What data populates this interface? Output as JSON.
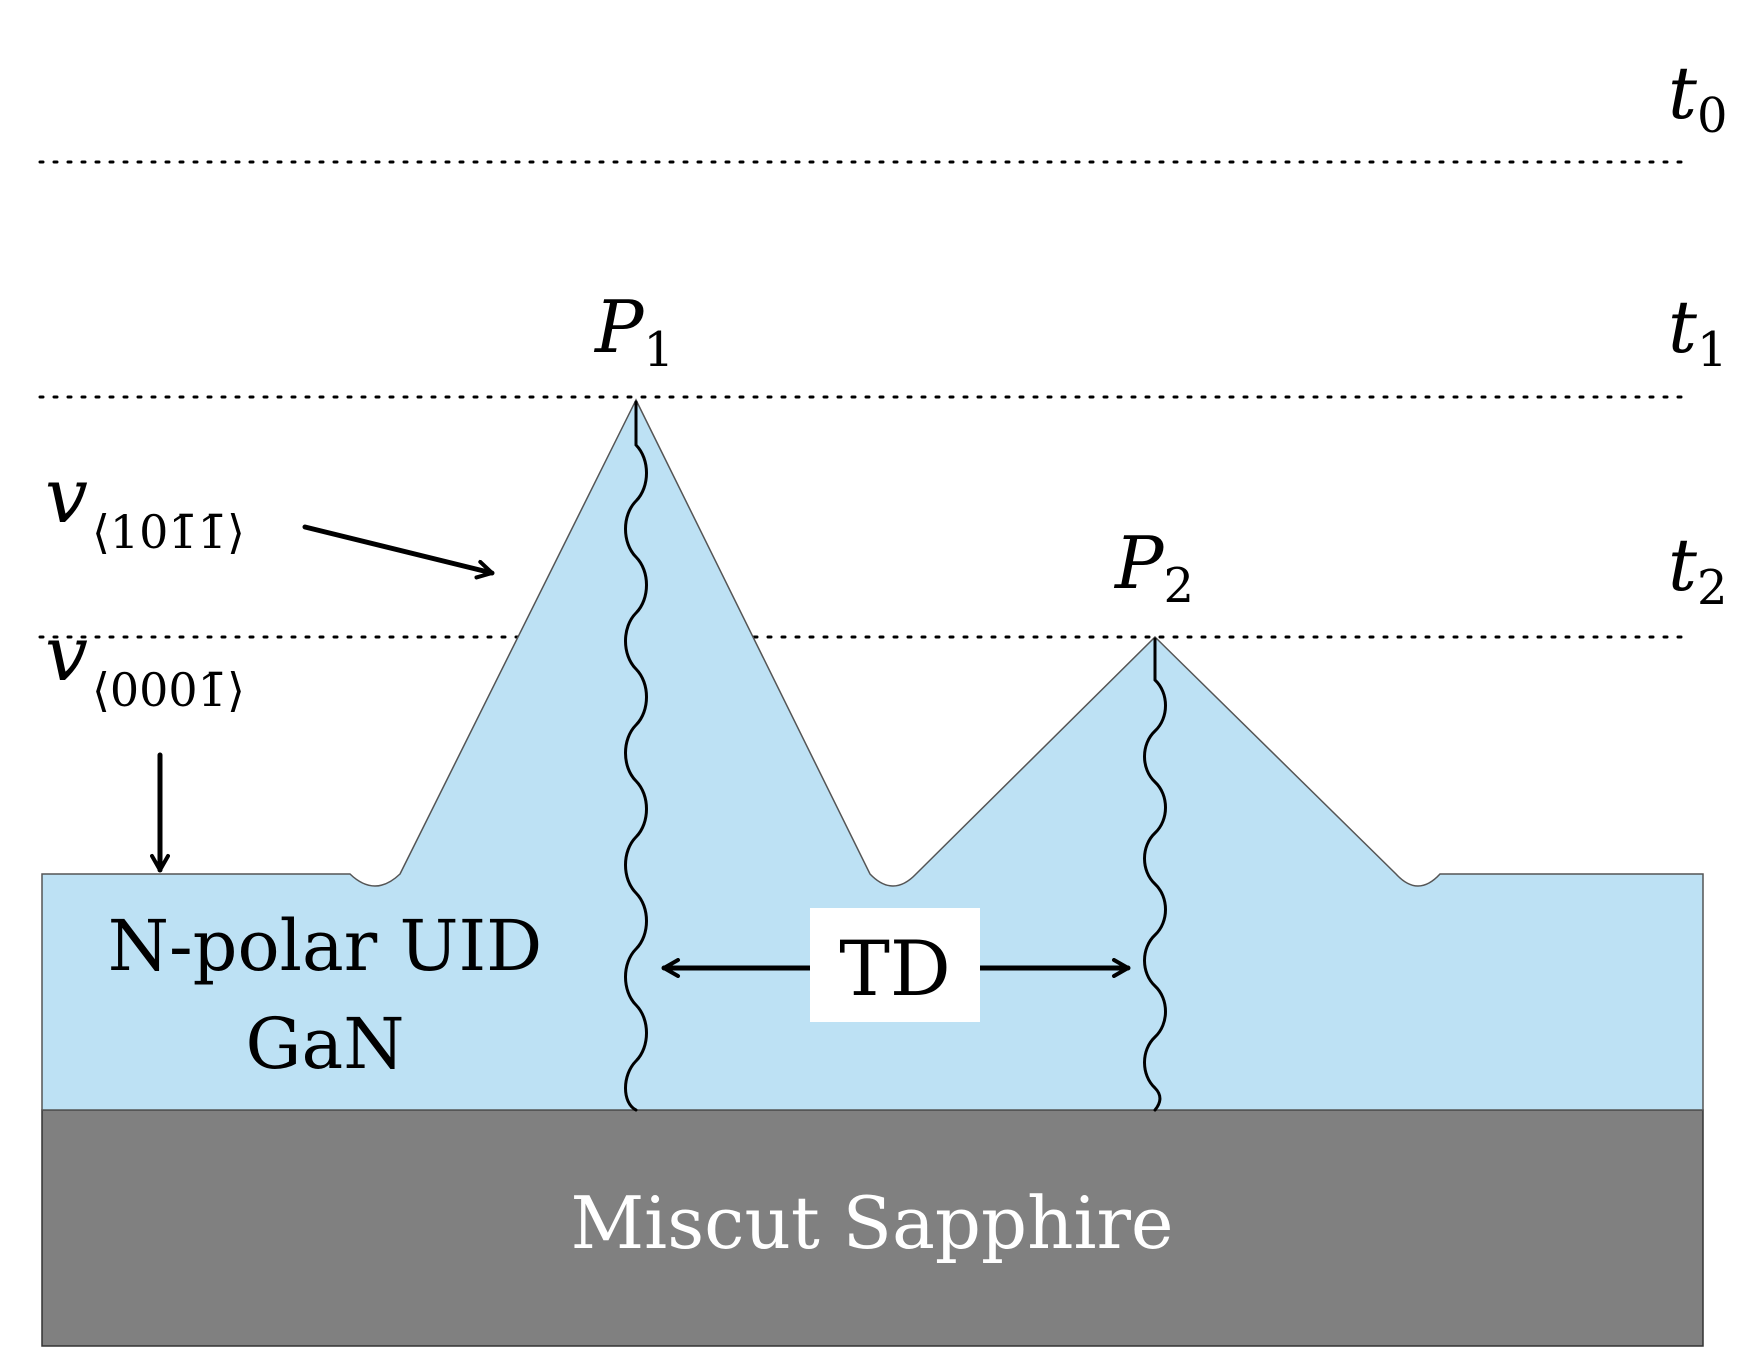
{
  "time_levels": [
    {
      "symbol": "t",
      "subscript": "0"
    },
    {
      "symbol": "t",
      "subscript": "1"
    },
    {
      "symbol": "t",
      "subscript": "2"
    }
  ],
  "peaks": [
    {
      "symbol": "P",
      "subscript": "1"
    },
    {
      "symbol": "P",
      "subscript": "2"
    }
  ],
  "velocities": {
    "facet": {
      "symbol": "v",
      "subscript": "⟨101̄1̄⟩"
    },
    "c_axis": {
      "symbol": "v",
      "subscript": "⟨0001̄⟩"
    }
  },
  "layers": {
    "gan_line1": "N-polar UID",
    "gan_line2": "GaN",
    "substrate": "Miscut Sapphire"
  },
  "threading_dislocation_label": "TD",
  "colors": {
    "gan_fill": "#bde1f4",
    "sapphire_fill": "#808080",
    "line": "#000000",
    "text_on_sapphire": "#ffffff"
  }
}
